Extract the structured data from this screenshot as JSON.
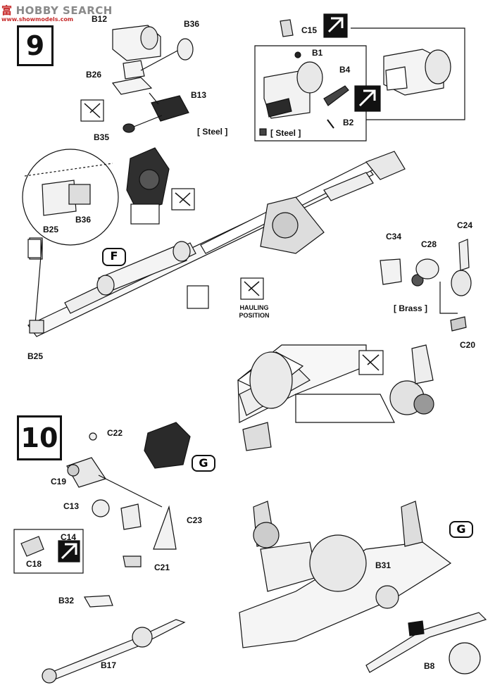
{
  "watermark": {
    "brand_cn": "富",
    "brand_en": "HOBBY SEARCH",
    "site": "www.showmodels.com"
  },
  "steps": {
    "step9": "9",
    "step10": "10"
  },
  "badges": {
    "F": "F",
    "G_left": "G",
    "G_right": "G"
  },
  "materials": {
    "steel_a": "[ Steel ]",
    "steel_b": "[ Steel ]",
    "brass": "[ Brass ]"
  },
  "hauling_position": [
    "HAULING",
    "POSITION"
  ],
  "part_labels": {
    "B12": "B12",
    "B36_top": "B36",
    "B26": "B26",
    "B13": "B13",
    "B35": "B35",
    "C15": "C15",
    "B1": "B1",
    "B4": "B4",
    "B2": "B2",
    "B25_inset": "B25",
    "B36_inset": "B36",
    "B25_bottom": "B25",
    "C34": "C34",
    "C28": "C28",
    "C24": "C24",
    "C20": "C20",
    "C22": "C22",
    "C19": "C19",
    "C13": "C13",
    "C23": "C23",
    "C14": "C14",
    "C18": "C18",
    "C21": "C21",
    "B32": "B32",
    "B17": "B17",
    "B31": "B31",
    "B8": "B8"
  }
}
